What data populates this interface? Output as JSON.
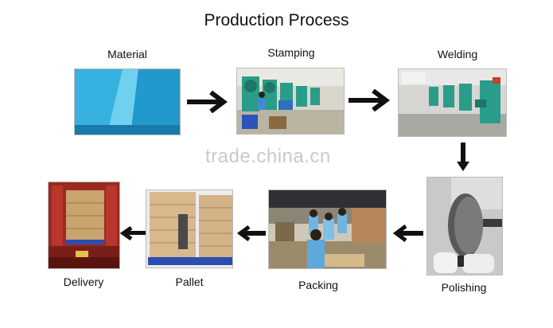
{
  "title": "Production Process",
  "steps": {
    "material": "Material",
    "stamping": "Stamping",
    "welding": "Welding",
    "polishing": "Polishing",
    "packing": "Packing",
    "pallet": "Pallet",
    "delivery": "Delivery"
  },
  "watermark": "trade.china.cn",
  "colors": {
    "arrow": "#111111",
    "steel": "#2aa8d8",
    "machine": "#2a9c8a"
  }
}
